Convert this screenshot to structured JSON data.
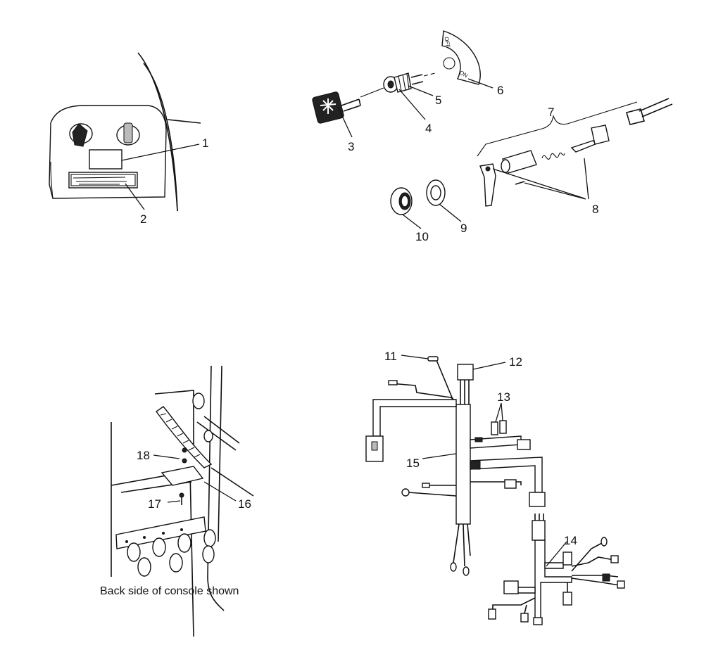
{
  "callouts": {
    "n1": "1",
    "n2": "2",
    "n3": "3",
    "n4": "4",
    "n5": "5",
    "n6": "6",
    "n7": "7",
    "n8": "8",
    "n9": "9",
    "n10": "10",
    "n11": "11",
    "n12": "12",
    "n13": "13",
    "n14": "14",
    "n15": "15",
    "n16": "16",
    "n17": "17",
    "n18": "18"
  },
  "decal": {
    "off": "OFF",
    "on": "ON"
  },
  "caption": "Back side of console shown"
}
